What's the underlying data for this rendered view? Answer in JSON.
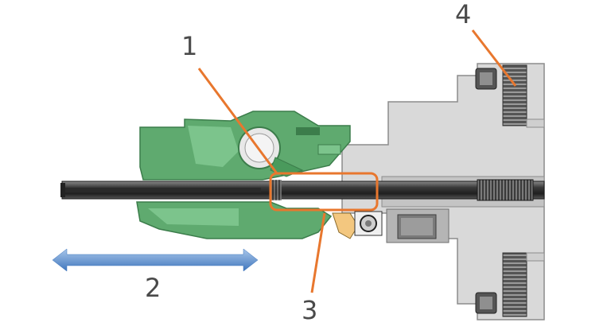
{
  "callouts": {
    "c1": "1",
    "c2": "2",
    "c3": "3",
    "c4": "4"
  },
  "colors": {
    "housing": "#d9d9d9",
    "housing_stroke": "#8c8c8c",
    "part": "#5faa6f",
    "part_light": "#7cc48c",
    "part_dark": "#3c7d4b",
    "shaft": "#4a4a4a",
    "shaft_dark": "#262626",
    "leader": "#e8772e",
    "arrow": "#4f86c6",
    "text": "#4a4a4a",
    "accent": "#f3c77f"
  }
}
